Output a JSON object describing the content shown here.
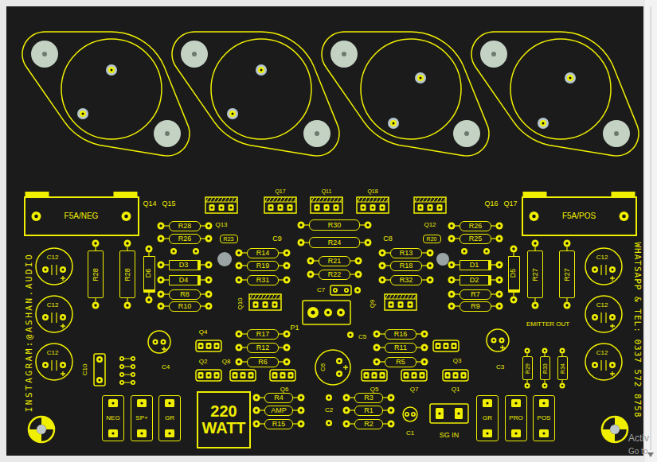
{
  "diagram": {
    "nodes": [
      {
        "text": [
          "F5A/NEG"
        ]
      },
      {
        "text": [
          "F5A/POS"
        ]
      },
      {
        "text": [
          "R28"
        ]
      },
      {
        "text": [
          "R26"
        ]
      },
      {
        "text": [
          "R30"
        ]
      },
      {
        "text": [
          "R26"
        ]
      },
      {
        "text": [
          "R23"
        ]
      },
      {
        "text": [
          "R24"
        ]
      },
      {
        "text": [
          "R20"
        ]
      },
      {
        "text": [
          "R25"
        ]
      },
      {
        "text": [
          "R14"
        ]
      },
      {
        "text": [
          "R13"
        ]
      },
      {
        "text": [
          "R21"
        ]
      },
      {
        "text": [
          "D3"
        ]
      },
      {
        "text": [
          "R19"
        ]
      },
      {
        "text": [
          "R18"
        ]
      },
      {
        "text": [
          "D1"
        ]
      },
      {
        "text": [
          "R22"
        ]
      },
      {
        "text": [
          "D4"
        ]
      },
      {
        "text": [
          "R31"
        ]
      },
      {
        "text": [
          "R32"
        ]
      },
      {
        "text": [
          "D2"
        ]
      },
      {
        "text": [
          "R8"
        ]
      },
      {
        "text": [
          "R7"
        ]
      },
      {
        "text": [
          "R10"
        ]
      },
      {
        "text": [
          "R9"
        ]
      },
      {
        "text": [
          "R28"
        ]
      },
      {
        "text": [
          "R28"
        ]
      },
      {
        "text": [
          "D6"
        ]
      },
      {
        "text": [
          "D5"
        ]
      },
      {
        "text": [
          "R27"
        ]
      },
      {
        "text": [
          "R27"
        ]
      },
      {
        "text": [
          "R17"
        ]
      },
      {
        "text": [
          "R16"
        ]
      },
      {
        "text": [
          "R12"
        ]
      },
      {
        "text": [
          "R11"
        ]
      },
      {
        "text": [
          "R6"
        ]
      },
      {
        "text": [
          "R5"
        ]
      },
      {
        "text": [
          "R29"
        ]
      },
      {
        "text": [
          "R33"
        ]
      },
      {
        "text": [
          "R34"
        ]
      },
      {
        "text": [
          "R4"
        ]
      },
      {
        "text": [
          "R3"
        ]
      },
      {
        "text": [
          "AMP"
        ]
      },
      {
        "text": [
          "R1"
        ]
      },
      {
        "text": [
          "R15"
        ]
      },
      {
        "text": [
          "R2"
        ]
      },
      {
        "text": [
          "NEG"
        ]
      },
      {
        "text": [
          "SP+"
        ]
      },
      {
        "text": [
          "GR"
        ]
      },
      {
        "text": [
          "220 WATT"
        ]
      },
      {
        "text": [
          "GR"
        ]
      },
      {
        "text": [
          "PRO"
        ]
      },
      {
        "text": [
          "POS"
        ]
      }
    ],
    "labels": [
      "Q14",
      "Q15",
      "Q17",
      "Q11",
      "Q18",
      "Q16",
      "Q17",
      "Q13",
      "C9",
      "C8",
      "Q12",
      "C12",
      "C12",
      "C7",
      "Q10",
      "Q9",
      "C12",
      "C12",
      "P1",
      "EMITTER OUT",
      "Q4",
      "C5",
      "Q3",
      "Q2",
      "Q8",
      "C4",
      "C6",
      "C3",
      "C10",
      "C12",
      "C12",
      "Q6",
      "Q5",
      "Q7",
      "Q1",
      "C2",
      "C1",
      "SG IN",
      "INSTAGRAM:@ASHAN.AUDIO",
      "WHATSAPP & TEL: 0337 572 8758",
      "Activ",
      "Go to"
    ]
  }
}
